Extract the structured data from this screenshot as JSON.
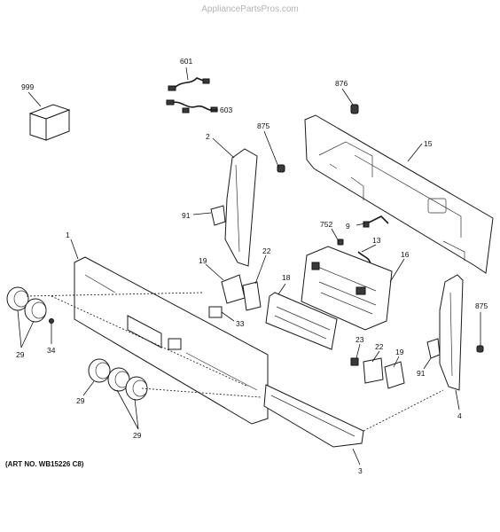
{
  "watermark": "AppliancePartsPros.com",
  "art_number": "(ART NO. WB15226 C8)",
  "callouts": {
    "c999": "999",
    "c601": "601",
    "c603": "603",
    "c876": "876",
    "c875a": "875",
    "c2": "2",
    "c15": "15",
    "c91a": "91",
    "c9": "9",
    "c752": "752",
    "c13": "13",
    "c1": "1",
    "c22a": "22",
    "c19a": "19",
    "c18": "18",
    "c16": "16",
    "c875b": "875",
    "c33": "33",
    "c29a": "29",
    "c34": "34",
    "c23": "23",
    "c22b": "22",
    "c19b": "19",
    "c91b": "91",
    "c4": "4",
    "c29b": "29",
    "c29c": "29",
    "c3": "3"
  }
}
